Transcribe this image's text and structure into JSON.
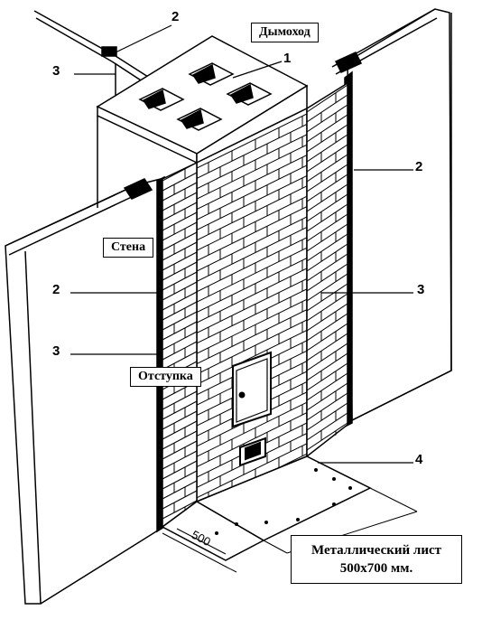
{
  "labels": {
    "chimney": "Дымоход",
    "wall": "Стена",
    "setback": "Отступка",
    "sheet": "Металлический лист 500х700 мм."
  },
  "callouts": {
    "n1": "1",
    "n2a": "2",
    "n2b": "2",
    "n2c": "2",
    "n3a": "3",
    "n3b": "3",
    "n3c": "3",
    "n4": "4"
  },
  "dimensions": {
    "sheet_width": "500",
    "sheet_length": "700"
  }
}
